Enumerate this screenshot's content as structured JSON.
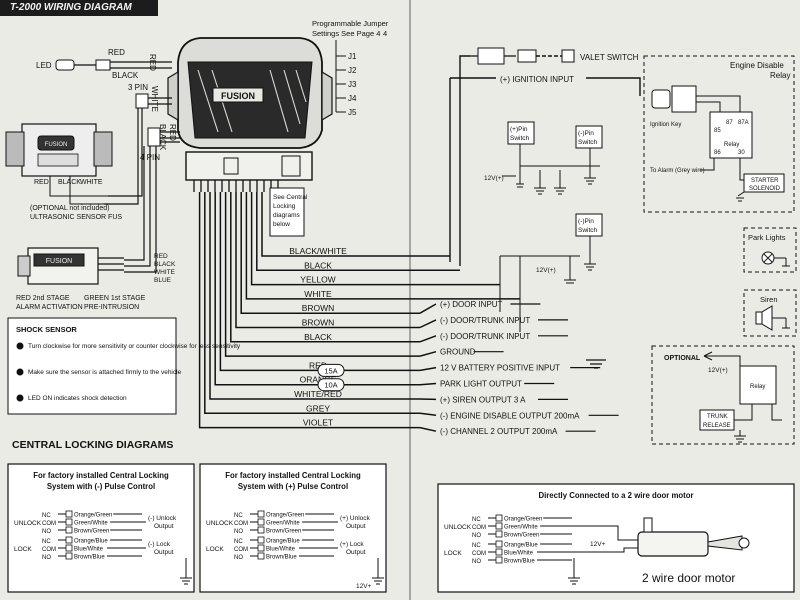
{
  "header": {
    "title": "T-2000 WIRING DIAGRAM"
  },
  "brand": {
    "logo_text": "FUSION",
    "page_number": "4"
  },
  "jumper": {
    "caption_line1": "Programmable Jumper",
    "caption_line2": "Settings See Page 4",
    "pins": [
      "J1",
      "J2",
      "J3",
      "J4",
      "J5"
    ]
  },
  "left_harness": {
    "led_label": "LED",
    "red": "RED",
    "black": "BLACK",
    "red_vertical": "RED",
    "three_pin": "3 PIN",
    "white_vertical": "WHITE",
    "black_vertical": "BLACK",
    "red_vertical_2": "RED",
    "four_pin": "4 PIN",
    "sensor_logo": "FUSION",
    "sensor_red": "RED",
    "sensor_black": "BLACK",
    "sensor_white": "WHITE",
    "optional_line1": "(OPTIONAL not included)",
    "optional_line2": "ULTRASONIC SENSOR FUS",
    "shock_logo": "FUSION",
    "shock_wires_line1": "RED",
    "shock_wires_line2": "BLACK",
    "shock_wires_line3": "WHITE",
    "shock_wires_line4": "BLUE",
    "red_stage_line1": "RED 2nd STAGE",
    "red_stage_line2": "ALARM ACTIVATION",
    "green_stage_line1": "GREEN 1st STAGE",
    "green_stage_line2": "PRE-INTRUSION",
    "central_note_line1": "See Central",
    "central_note_line2": "Locking",
    "central_note_line3": "diagrams",
    "central_note_line4": "below"
  },
  "shock_sensor": {
    "title": "SHOCK SENSOR",
    "steps": [
      "Turn clockwise for more sensitivity or counter clockwise for less sensitivity",
      "Make sure the sensor is attached firmly to the vehicle",
      "LED ON indicates shock detection"
    ]
  },
  "main_wires": [
    {
      "color": "BLACK/WHITE",
      "function": ""
    },
    {
      "color": "BLACK",
      "function": ""
    },
    {
      "color": "YELLOW",
      "function": ""
    },
    {
      "color": "WHITE",
      "function": ""
    },
    {
      "color": "BROWN",
      "function": "(+) DOOR INPUT"
    },
    {
      "color": "BROWN",
      "function": "(-) DOOR/TRUNK INPUT"
    },
    {
      "color": "BLACK",
      "function": "(-) DOOR/TRUNK INPUT"
    },
    {
      "color": "",
      "function": "GROUND"
    },
    {
      "color": "RED",
      "function": "12 V BATTERY POSITIVE INPUT",
      "fuse": "15A"
    },
    {
      "color": "ORANGE",
      "function": "PARK LIGHT OUTPUT",
      "fuse": "10A"
    },
    {
      "color": "WHITE/RED",
      "function": "(+) SIREN OUTPUT 3 A"
    },
    {
      "color": "GREY",
      "function": "(-) ENGINE DISABLE OUTPUT 200mA"
    },
    {
      "color": "VIOLET",
      "function": "(-) CHANNEL 2 OUTPUT 200mA"
    }
  ],
  "right_side": {
    "valet_switch": "VALET SWITCH",
    "ignition_input": "(+) IGNITION INPUT",
    "pin_switch_plus_line1": "(+)Pin",
    "pin_switch_plus_line2": "Switch",
    "pin_switch_minus_line1": "(-)Pin",
    "pin_switch_minus_line2": "Switch",
    "pin_switch_minus2_line1": "(-)Pin",
    "pin_switch_minus2_line2": "Switch",
    "twelve_v": "12V(+)",
    "engine_disable_title_line1": "Engine Disable",
    "engine_disable_title_line2": "Relay",
    "ignition_key": "Ignition Key",
    "to_alarm": "To Alarm (Grey wire)",
    "starter_solenoid_line1": "STARTER",
    "starter_solenoid_line2": "SOLENOID",
    "relay": "Relay",
    "relay_pins": [
      "87",
      "87A",
      "85",
      "86",
      "30"
    ],
    "park_lights": "Park Lights",
    "siren": "Siren",
    "optional": "OPTIONAL",
    "trunk_release_line1": "TRUNK",
    "trunk_release_line2": "RELEASE"
  },
  "central_locking": {
    "title": "CENTRAL LOCKING DIAGRAMS",
    "panels": [
      {
        "title_line1": "For factory installed Central Locking",
        "title_line2": "System with (-) Pulse Control",
        "unlock": "UNLOCK",
        "lock": "LOCK",
        "terminals": [
          "NC",
          "COM",
          "NO"
        ],
        "wires": [
          "Orange/Green",
          "Green/White",
          "Brown/Green",
          "Orange/Blue",
          "Blue/White",
          "Brown/Blue"
        ],
        "out1_line1": "(-) Unlock",
        "out1_line2": "Output",
        "out2_line1": "(-) Lock",
        "out2_line2": "Output",
        "supply": ""
      },
      {
        "title_line1": "For factory installed Central Locking",
        "title_line2": "System with (+) Pulse Control",
        "unlock": "UNLOCK",
        "lock": "LOCK",
        "terminals": [
          "NC",
          "COM",
          "NO"
        ],
        "wires": [
          "Orange/Green",
          "Green/White",
          "Brown/Green",
          "Orange/Blue",
          "Blue/White",
          "Brown/Blue"
        ],
        "out1_line1": "(+) Unlock",
        "out1_line2": "Output",
        "out2_line1": "(+) Lock",
        "out2_line2": "Output",
        "supply": "12V+"
      },
      {
        "title_line1": "Directly Connected to a 2 wire door motor",
        "title_line2": "",
        "unlock": "UNLOCK",
        "lock": "LOCK",
        "terminals": [
          "NC",
          "COM",
          "NO"
        ],
        "wires": [
          "Orange/Green",
          "Green/White",
          "Brown/Green",
          "Orange/Blue",
          "Blue/White",
          "Brown/Blue"
        ],
        "supply": "12V+",
        "motor": "2 wire door motor"
      }
    ]
  }
}
